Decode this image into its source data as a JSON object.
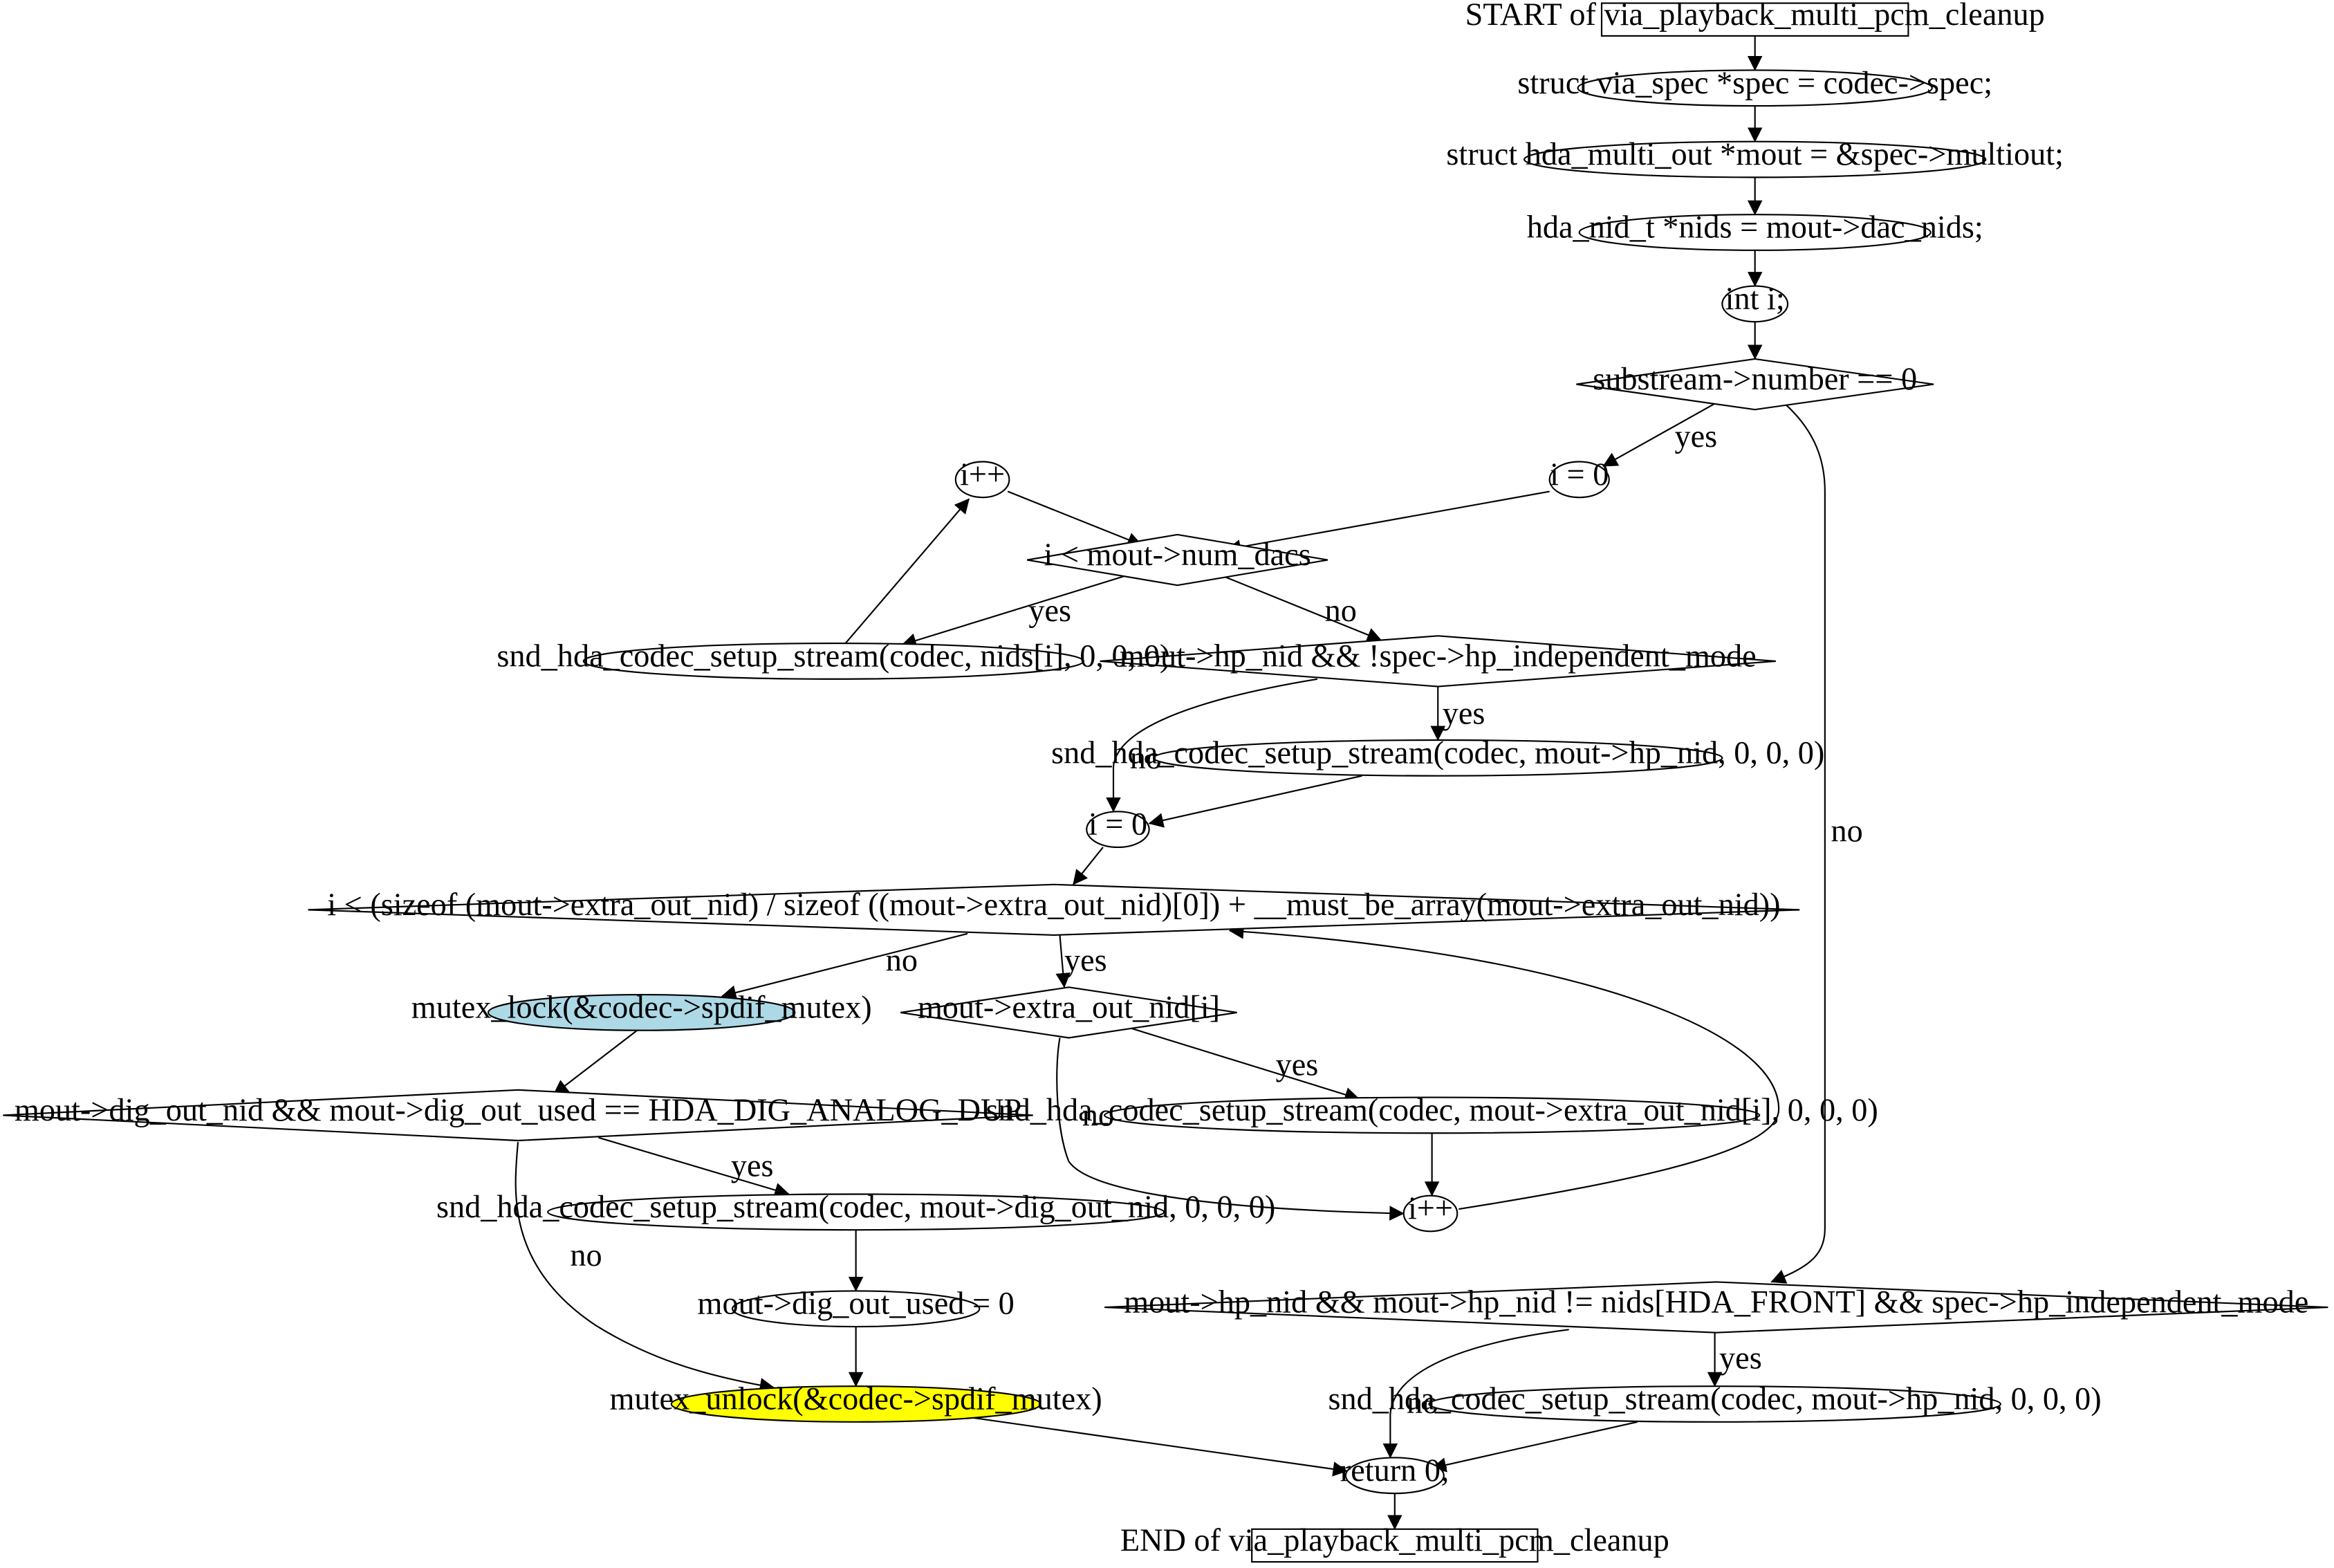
{
  "diagram": {
    "nodes": [
      {
        "id": "start",
        "shape": "box",
        "text": "START of via_playback_multi_pcm_cleanup"
      },
      {
        "id": "n_spec",
        "shape": "ellipse",
        "text": "struct via_spec *spec = codec->spec;"
      },
      {
        "id": "n_mout",
        "shape": "ellipse",
        "text": "struct hda_multi_out *mout = &spec->multiout;"
      },
      {
        "id": "n_nids",
        "shape": "ellipse",
        "text": "hda_nid_t *nids = mout->dac_nids;"
      },
      {
        "id": "n_inti",
        "shape": "ellipse",
        "text": "int i;"
      },
      {
        "id": "d_sub",
        "shape": "diamond",
        "text": "substream->number == 0"
      },
      {
        "id": "n_i0a",
        "shape": "ellipse",
        "text": "i = 0"
      },
      {
        "id": "n_incA",
        "shape": "ellipse",
        "text": "i++"
      },
      {
        "id": "d_dacs",
        "shape": "diamond",
        "text": "i < mout->num_dacs"
      },
      {
        "id": "n_setupA",
        "shape": "ellipse",
        "text": "snd_hda_codec_setup_stream(codec, nids[i], 0, 0, 0)"
      },
      {
        "id": "d_hp1",
        "shape": "diamond",
        "text": "mout->hp_nid && !spec->hp_independent_mode"
      },
      {
        "id": "n_setupHp1",
        "shape": "ellipse",
        "text": "snd_hda_codec_setup_stream(codec, mout->hp_nid, 0, 0, 0)"
      },
      {
        "id": "n_i0b",
        "shape": "ellipse",
        "text": "i = 0"
      },
      {
        "id": "d_extra",
        "shape": "diamond",
        "text": "i < (sizeof (mout->extra_out_nid) / sizeof ((mout->extra_out_nid)[0]) + __must_be_array(mout->extra_out_nid))"
      },
      {
        "id": "n_lock",
        "shape": "ellipse",
        "fill": "#add8e6",
        "text": "mutex_lock(&codec->spdif_mutex)"
      },
      {
        "id": "d_extranid",
        "shape": "diamond",
        "text": "mout->extra_out_nid[i]"
      },
      {
        "id": "d_dig",
        "shape": "diamond",
        "text": "mout->dig_out_nid && mout->dig_out_used == HDA_DIG_ANALOG_DUP"
      },
      {
        "id": "n_setupExtra",
        "shape": "ellipse",
        "text": "snd_hda_codec_setup_stream(codec, mout->extra_out_nid[i], 0, 0, 0)"
      },
      {
        "id": "n_setupDig",
        "shape": "ellipse",
        "text": "snd_hda_codec_setup_stream(codec, mout->dig_out_nid, 0, 0, 0)"
      },
      {
        "id": "n_incB",
        "shape": "ellipse",
        "text": "i++"
      },
      {
        "id": "n_digused",
        "shape": "ellipse",
        "text": "mout->dig_out_used = 0"
      },
      {
        "id": "d_hp2",
        "shape": "diamond",
        "text": "mout->hp_nid && mout->hp_nid != nids[HDA_FRONT] && spec->hp_independent_mode"
      },
      {
        "id": "n_unlock",
        "shape": "ellipse",
        "fill": "#ffff00",
        "text": "mutex_unlock(&codec->spdif_mutex)"
      },
      {
        "id": "n_setupHp2",
        "shape": "ellipse",
        "text": "snd_hda_codec_setup_stream(codec, mout->hp_nid, 0, 0, 0)"
      },
      {
        "id": "n_return",
        "shape": "ellipse",
        "text": "return 0;"
      },
      {
        "id": "end",
        "shape": "box",
        "text": "END of via_playback_multi_pcm_cleanup"
      }
    ],
    "edges": [
      {
        "from": "start",
        "to": "n_spec",
        "label": ""
      },
      {
        "from": "n_spec",
        "to": "n_mout",
        "label": ""
      },
      {
        "from": "n_mout",
        "to": "n_nids",
        "label": ""
      },
      {
        "from": "n_nids",
        "to": "n_inti",
        "label": ""
      },
      {
        "from": "n_inti",
        "to": "d_sub",
        "label": ""
      },
      {
        "from": "d_sub",
        "to": "n_i0a",
        "label": "yes"
      },
      {
        "from": "d_sub",
        "to": "d_hp2",
        "label": "no"
      },
      {
        "from": "n_i0a",
        "to": "d_dacs",
        "label": ""
      },
      {
        "from": "n_incA",
        "to": "d_dacs",
        "label": ""
      },
      {
        "from": "d_dacs",
        "to": "n_setupA",
        "label": "yes"
      },
      {
        "from": "d_dacs",
        "to": "d_hp1",
        "label": "no"
      },
      {
        "from": "n_setupA",
        "to": "n_incA",
        "label": ""
      },
      {
        "from": "d_hp1",
        "to": "n_setupHp1",
        "label": "yes"
      },
      {
        "from": "d_hp1",
        "to": "n_i0b",
        "label": "no"
      },
      {
        "from": "n_setupHp1",
        "to": "n_i0b",
        "label": ""
      },
      {
        "from": "n_i0b",
        "to": "d_extra",
        "label": ""
      },
      {
        "from": "d_extra",
        "to": "n_lock",
        "label": "no"
      },
      {
        "from": "d_extra",
        "to": "d_extranid",
        "label": "yes"
      },
      {
        "from": "n_lock",
        "to": "d_dig",
        "label": ""
      },
      {
        "from": "d_extranid",
        "to": "n_setupExtra",
        "label": "yes"
      },
      {
        "from": "d_extranid",
        "to": "n_incB",
        "label": "no"
      },
      {
        "from": "n_setupExtra",
        "to": "n_incB",
        "label": ""
      },
      {
        "from": "n_incB",
        "to": "d_extra",
        "label": ""
      },
      {
        "from": "d_dig",
        "to": "n_setupDig",
        "label": "yes"
      },
      {
        "from": "d_dig",
        "to": "n_unlock",
        "label": "no"
      },
      {
        "from": "n_setupDig",
        "to": "n_digused",
        "label": ""
      },
      {
        "from": "n_digused",
        "to": "n_unlock",
        "label": ""
      },
      {
        "from": "n_unlock",
        "to": "n_return",
        "label": ""
      },
      {
        "from": "d_hp2",
        "to": "n_setupHp2",
        "label": "yes"
      },
      {
        "from": "d_hp2",
        "to": "n_return",
        "label": "no"
      },
      {
        "from": "n_setupHp2",
        "to": "n_return",
        "label": ""
      },
      {
        "from": "n_return",
        "to": "end",
        "label": ""
      }
    ]
  }
}
